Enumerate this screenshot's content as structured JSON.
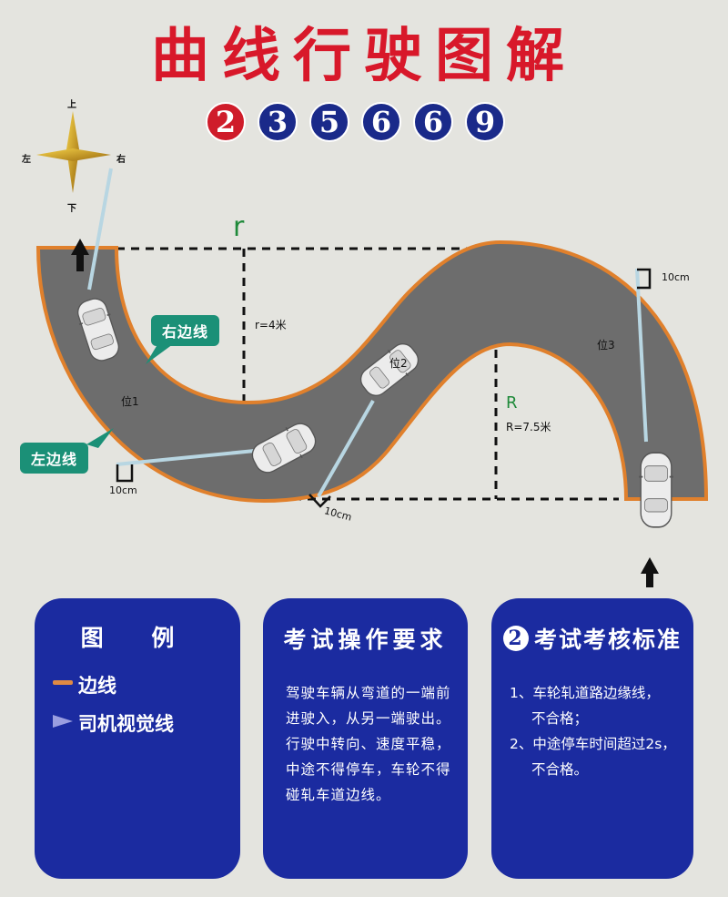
{
  "title": "曲线行驶图解",
  "badges": [
    {
      "label": "2",
      "color": "#cf1c2a"
    },
    {
      "label": "3",
      "color": "#1a2a8a"
    },
    {
      "label": "5",
      "color": "#1a2a8a"
    },
    {
      "label": "6",
      "color": "#1a2a8a"
    },
    {
      "label": "6",
      "color": "#1a2a8a"
    },
    {
      "label": "9",
      "color": "#1a2a8a"
    }
  ],
  "compass": {
    "up": "上",
    "down": "下",
    "left": "左",
    "right": "右",
    "icon": "compass-star-icon"
  },
  "diagram": {
    "small_radius_letter": "r",
    "small_radius_value": "r=4米",
    "large_radius_letter": "R",
    "large_radius_value": "R=7.5米",
    "tag_right_edge": "右边线",
    "tag_left_edge": "左边线",
    "positions": [
      "位1",
      "位2",
      "位3"
    ],
    "distance_marks": [
      "10cm",
      "10cm",
      "10cm"
    ],
    "colors": {
      "road": "#6d6d6d",
      "edge": "#e0802c",
      "sight_line": "#b8d6e2",
      "tag": "#1b9077"
    }
  },
  "legend": {
    "title": "图 例",
    "items": [
      {
        "label": "边线",
        "icon": "orange-line-icon"
      },
      {
        "label": "司机视觉线",
        "icon": "sight-triangle-icon"
      }
    ]
  },
  "requirements": {
    "title": "考试操作要求",
    "text": "驾驶车辆从弯道的一端前进驶入，从另一端驶出。行驶中转向、速度平稳，中途不得停车，车轮不得碰轧车道边线。"
  },
  "standards": {
    "badge": "2",
    "title": "考试考核标准",
    "items": [
      {
        "main": "1、车轮轧道路边缘线，",
        "sub": "不合格；"
      },
      {
        "main": "2、中途停车时间超过2s，",
        "sub": "不合格。"
      }
    ]
  }
}
